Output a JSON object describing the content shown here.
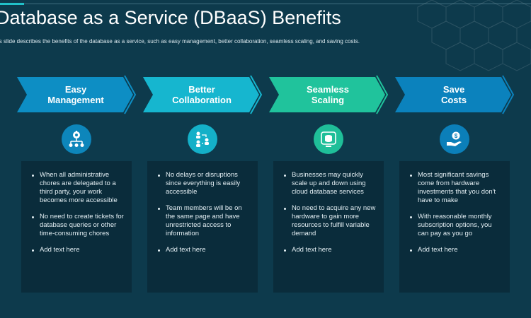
{
  "slide": {
    "title": "Database as a Service (DBaaS) Benefits",
    "subtitle": "is slide describes the benefits of the database as a service, such as easy management, better collaboration, seamless scaling, and saving costs."
  },
  "colors": {
    "background": "#0d3a4c",
    "card_background": "#0a2c3b",
    "step_1": "#0d8ec4",
    "step_2": "#16b6cf",
    "step_3": "#20c39c",
    "step_4": "#0b82bd"
  },
  "benefits": [
    {
      "label_line1": "Easy",
      "label_line2": "Management",
      "icon": "gear-network-icon",
      "points": [
        "When all administrative chores are delegated to a third party, your work becomes more accessible",
        "No need to create tickets for database queries or other time-consuming chores",
        "Add text here"
      ]
    },
    {
      "label_line1": "Better",
      "label_line2": "Collaboration",
      "icon": "team-flow-icon",
      "points": [
        "No delays or disruptions since everything  is easily accessible",
        "Team members will be on the same page and have unrestricted access to information",
        "Add text here"
      ]
    },
    {
      "label_line1": "Seamless",
      "label_line2": "Scaling",
      "icon": "cloud-database-icon",
      "points": [
        "Businesses may quickly scale up and down using cloud database services",
        "No need to acquire any new hardware to gain more resources to fulfill variable demand",
        "Add text here"
      ]
    },
    {
      "label_line1": "Save",
      "label_line2": "Costs",
      "icon": "money-hand-icon",
      "points": [
        "Most significant savings come from hardware investments  that you don't have to make",
        "With reasonable monthly subscription options, you can pay as you go",
        "Add text here"
      ]
    }
  ]
}
